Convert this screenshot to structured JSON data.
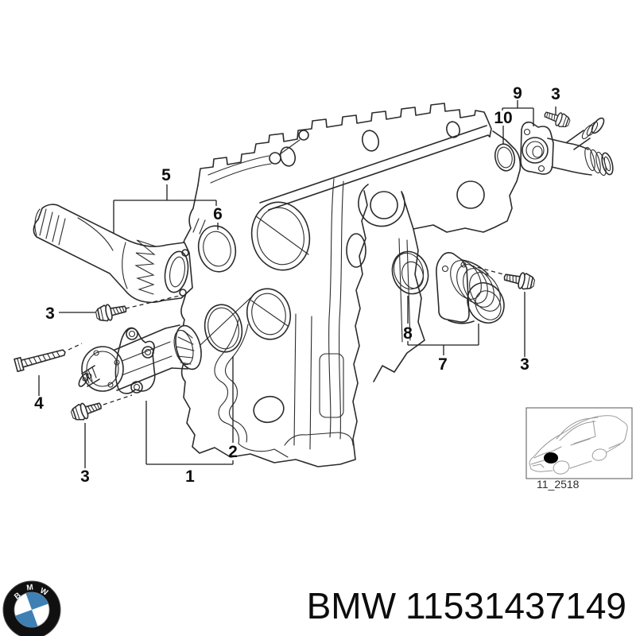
{
  "diagram": {
    "callout_labels": {
      "c1": "1",
      "c2": "2",
      "c3": "3",
      "c4": "4",
      "c5": "5",
      "c6": "6",
      "c7": "7",
      "c8": "8",
      "c9": "9",
      "c10": "10"
    }
  },
  "thumbnail": {
    "code": "11_2518"
  },
  "footer": {
    "brand": "BMW",
    "part_number": "11531437149"
  },
  "logo": {
    "letters": [
      "B",
      "M",
      "W"
    ]
  },
  "colors": {
    "roundel_blue": "#3e80b4",
    "line": "#2b2b2b",
    "thumb_line": "#999999",
    "text": "#111111"
  }
}
